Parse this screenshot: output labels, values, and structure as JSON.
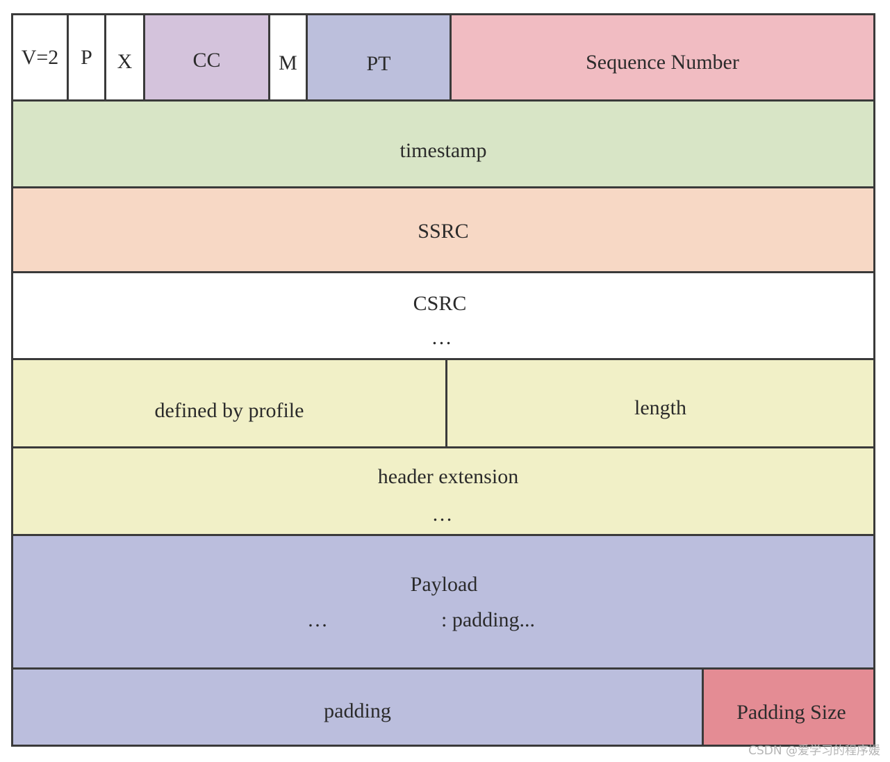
{
  "colors": {
    "border": "#3a3a3a",
    "white": "#ffffff",
    "cc": "#d4c3dc",
    "pt": "#bcbfdc",
    "sequence": "#f1bcc2",
    "timestamp": "#d8e5c6",
    "ssrc": "#f7d8c5",
    "csrc": "#ffffff",
    "extension": "#f1f0c7",
    "payload": "#bbbedd",
    "padding": "#bbbedd",
    "padding_size": "#e48c94"
  },
  "header": {
    "version": "V=2",
    "padding_flag": "P",
    "extension_flag": "X",
    "csrc_count": "CC",
    "marker": "M",
    "payload_type": "PT",
    "sequence_number": "Sequence Number"
  },
  "timestamp": "timestamp",
  "ssrc": "SSRC",
  "csrc": {
    "label": "CSRC",
    "ellipsis": "…"
  },
  "extension_header": {
    "defined_by_profile": "defined by profile",
    "length": "length"
  },
  "header_extension": {
    "label": "header extension",
    "ellipsis": "…"
  },
  "payload": {
    "label": "Payload",
    "ellipsis": "…",
    "padding_note": ": padding..."
  },
  "padding": {
    "label": "padding",
    "size": "Padding Size"
  },
  "watermark": "CSDN @爱学习的程序媛"
}
